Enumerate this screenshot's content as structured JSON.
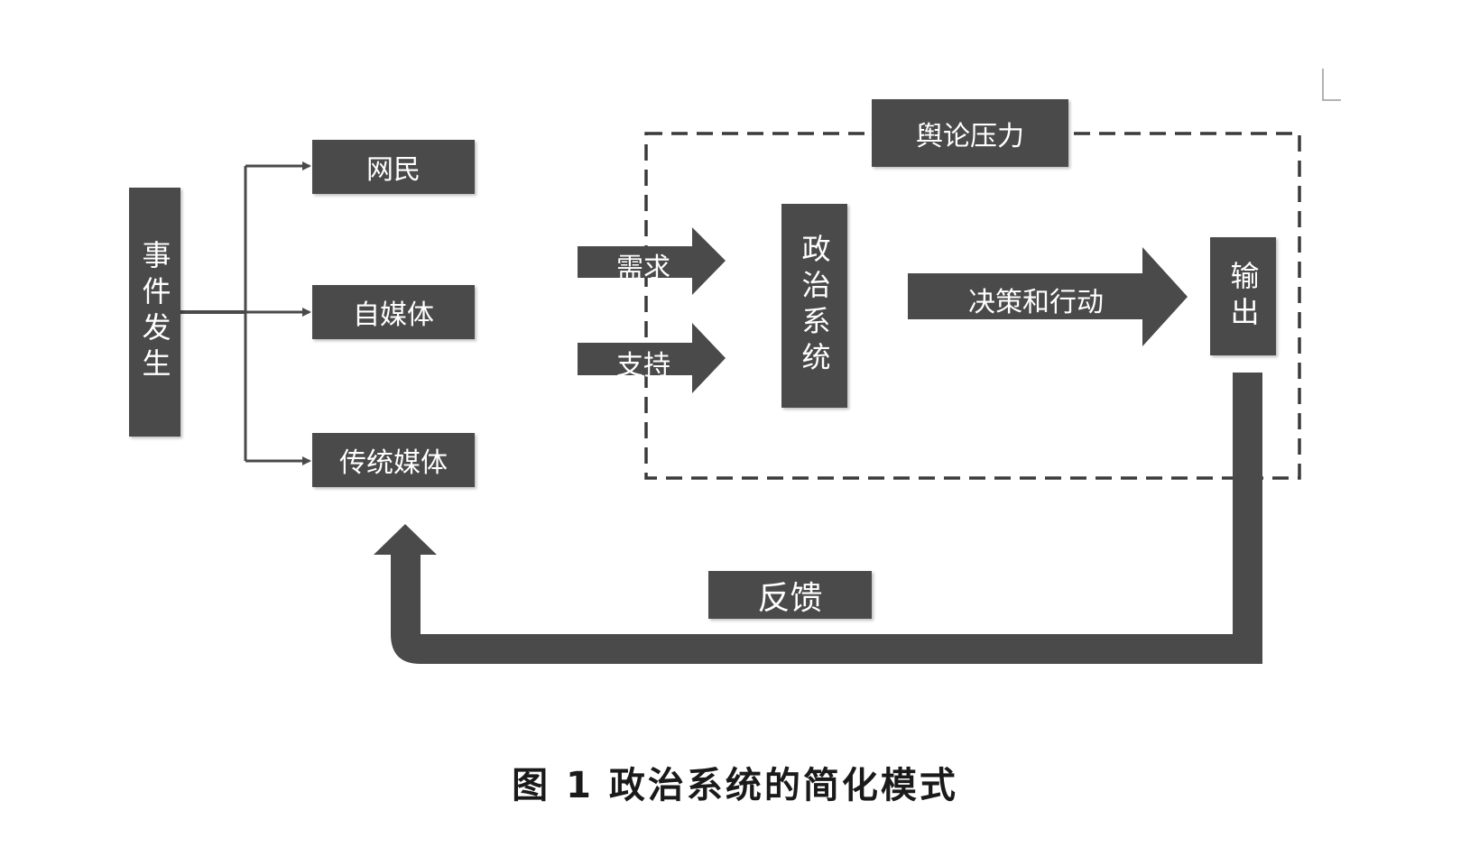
{
  "event": {
    "label": "事件发生"
  },
  "media": {
    "netizens": "网民",
    "self_media": "自媒体",
    "traditional_media": "传统媒体"
  },
  "inputs": {
    "demand": "需求",
    "support": "支持"
  },
  "public_opinion": "舆论压力",
  "political_system": "政治系统",
  "decision": "决策和行动",
  "output": "输出",
  "feedback": "反馈",
  "caption": "图 1  政治系统的简化模式",
  "colors": {
    "box_fill": "#4a4a4a",
    "box_text": "#ffffff",
    "line": "#4a4a4a",
    "background": "#ffffff"
  }
}
